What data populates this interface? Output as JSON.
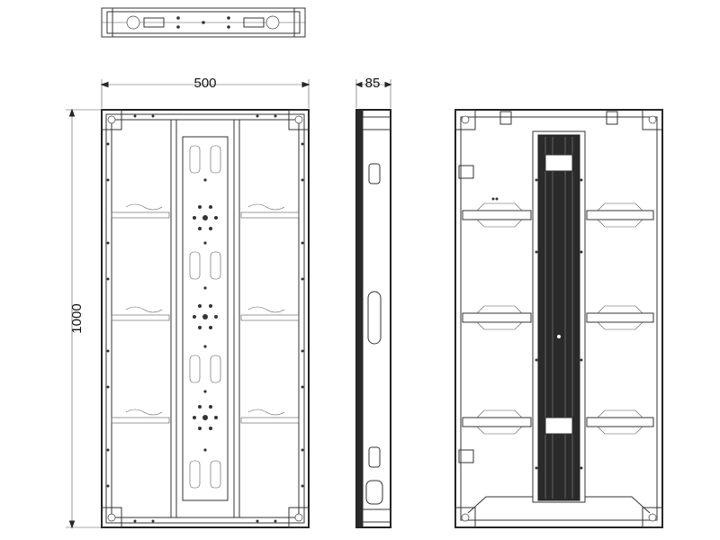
{
  "dimensions": {
    "width_label": "500",
    "depth_label": "85",
    "height_label": "1000"
  },
  "colors": {
    "line": "#333333",
    "heavy": "#222222",
    "background": "#ffffff"
  }
}
